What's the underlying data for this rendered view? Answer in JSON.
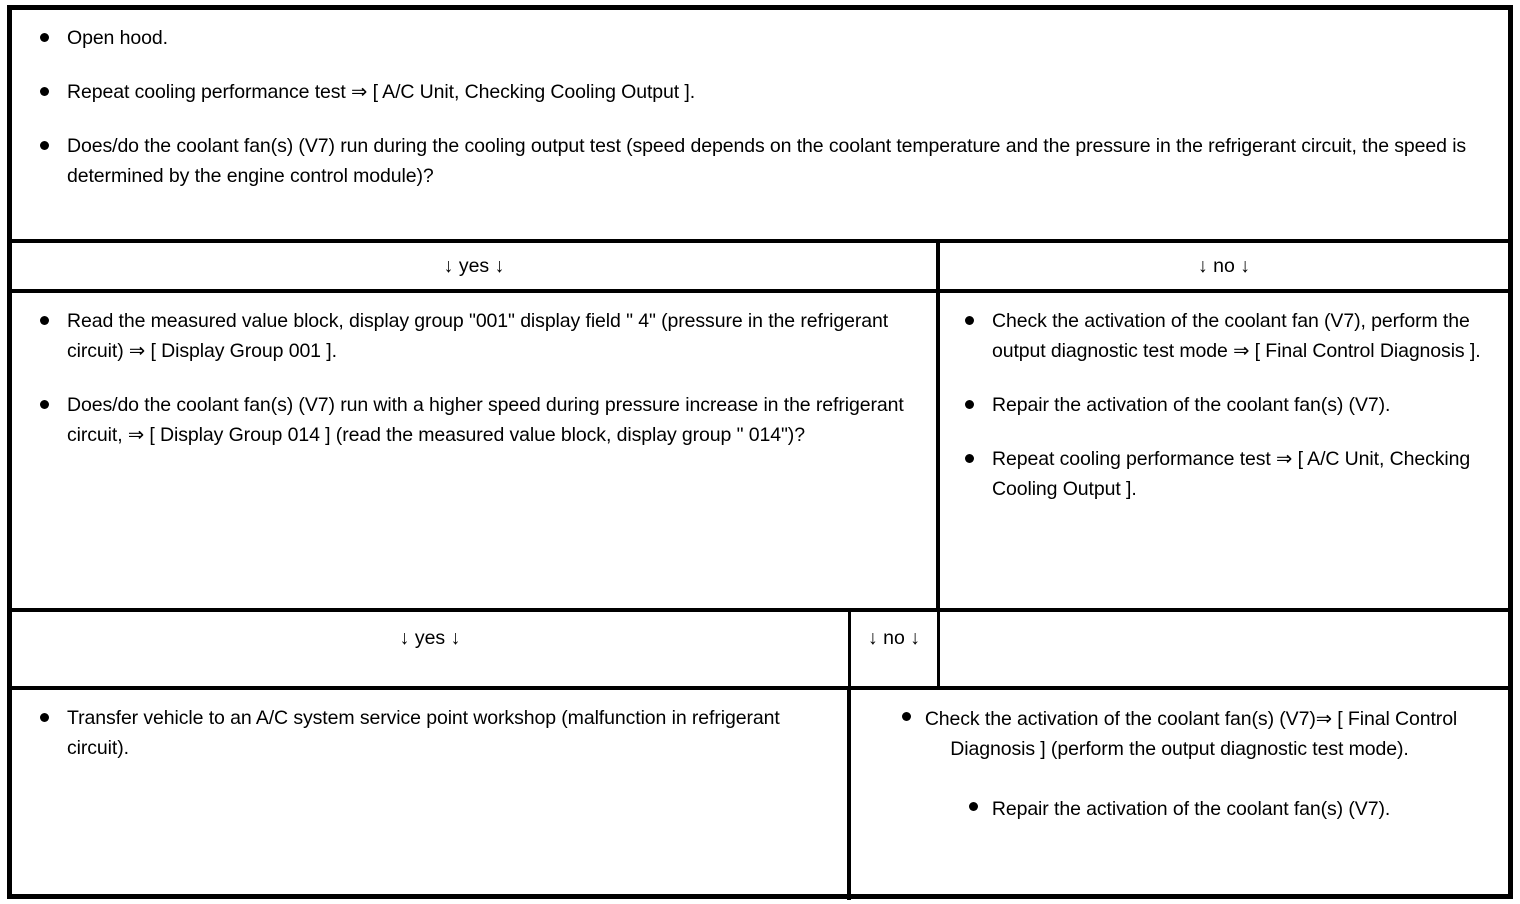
{
  "document": {
    "type": "diagnostic-flow-chart",
    "title": "A/C coolant fan diagnostic decision table"
  },
  "intro": {
    "steps": [
      "Open hood.",
      "Repeat cooling performance test ⇒ [ A/C Unit, Checking Cooling Output ].",
      "Does/do the coolant fan(s) (V7) run during the cooling output test (speed depends on the coolant temperature and the pressure in the refrigerant circuit, the speed is determined by the engine control module)?"
    ]
  },
  "decision1": {
    "yes_label": "↓ yes ↓",
    "no_label": "↓ no ↓",
    "yes_steps": [
      "Read the measured value block, display group \"001\" display field \" 4\" (pressure in the refrigerant circuit) ⇒ [ Display Group 001 ].",
      "Does/do the coolant fan(s) (V7) run with a higher speed during pressure increase in the refrigerant circuit, ⇒ [ Display Group 014 ] (read the measured value block, display group \" 014\")?"
    ],
    "no_steps": [
      "Check the activation of the coolant fan (V7), perform the output diagnostic test mode ⇒ [ Final Control Diagnosis ].",
      "Repair the activation of the coolant fan(s) (V7).",
      "Repeat cooling performance test ⇒ [ A/C Unit, Checking Cooling Output ]."
    ]
  },
  "decision2": {
    "yes_label": "↓ yes ↓",
    "no_label": "↓ no ↓",
    "yes_steps": [
      "Transfer vehicle to an A/C system service point workshop (malfunction in refrigerant circuit)."
    ],
    "no_steps": [
      "Check the activation of the coolant fan(s) (V7)⇒ [ Final Control Diagnosis ] (perform the output diagnostic test mode).",
      "Repair the activation of the coolant fan(s) (V7)."
    ]
  },
  "colors": {
    "border": "#000000",
    "text": "#000000",
    "background": "#ffffff"
  }
}
